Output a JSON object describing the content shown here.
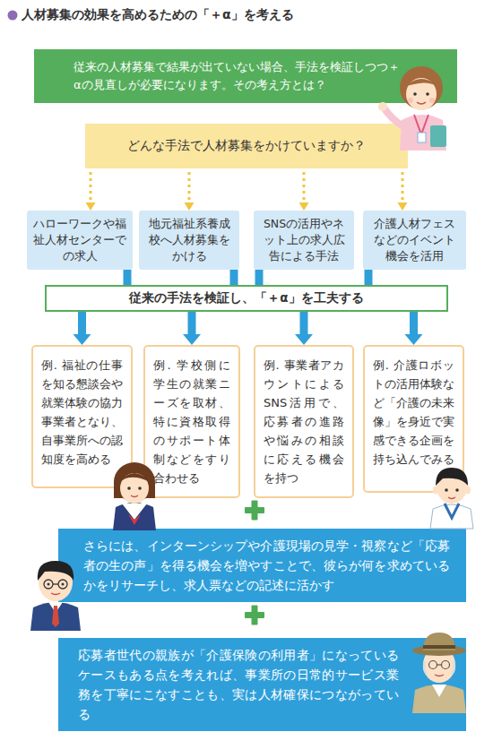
{
  "diagram": {
    "title": "人材募集の効果を高めるための「＋α」を考える",
    "nodes": [
      {
        "text": [
          "従来の人材募集で結果が出ていない場合、手法を検証しつつ＋αの見直しが必要になります。その考え方とは？"
        ]
      },
      {
        "text": [
          "どんな手法で人材募集をかけていますか？"
        ]
      },
      {
        "text": [
          "ハローワークや福祉人材センターでの求人"
        ]
      },
      {
        "text": [
          "地元福祉系養成校へ人材募集をかける"
        ]
      },
      {
        "text": [
          "SNSの活用やネット上の求人広告による手法"
        ]
      },
      {
        "text": [
          "介護人材フェスなどのイベント機会を活用"
        ]
      },
      {
        "text": [
          "従来の手法を検証し、「＋α」を工夫する"
        ]
      },
      {
        "text": [
          "例. 福祉の仕事を知る懇談会や就業体験の協力事業者となり、自事業所への認知度を高める"
        ]
      },
      {
        "text": [
          "例. 学校側に学生の就業ニーズを取材、特に資格取得のサポート体制などをすり合わせる"
        ]
      },
      {
        "text": [
          "例. 事業者アカウントによるSNS活用で、応募者の進路や悩みの相談に応える機会を持つ"
        ]
      },
      {
        "text": [
          "例. 介護ロボットの活用体験など「介護の未来像」を身近で実感できる企画を持ち込んでみる"
        ]
      },
      {
        "text": [
          "さらには、インターンシップや介護現場の見学・視察など「応募者の生の声」を得る機会を増やすことで、彼らが何を求めているかをリサーチし、求人票などの記述に活かす"
        ]
      },
      {
        "text": [
          "応募者世代の親族が「介護保険の利用者」になっているケースもある点を考えれば、事業所の日常的サービス業務を丁寧にこなすことも、実は人材確保につながっている"
        ]
      }
    ],
    "edges": [
      {
        "from": 1,
        "to": 2,
        "arrow": "to"
      },
      {
        "from": 1,
        "to": 3,
        "arrow": "to"
      },
      {
        "from": 1,
        "to": 4,
        "arrow": "to"
      },
      {
        "from": 1,
        "to": 5,
        "arrow": "to"
      },
      {
        "from": 2,
        "to": 6,
        "arrow": "none"
      },
      {
        "from": 3,
        "to": 6,
        "arrow": "none"
      },
      {
        "from": 4,
        "to": 6,
        "arrow": "none"
      },
      {
        "from": 5,
        "to": 6,
        "arrow": "none"
      },
      {
        "from": 6,
        "to": 7,
        "arrow": "to"
      },
      {
        "from": 6,
        "to": 8,
        "arrow": "to"
      },
      {
        "from": 6,
        "to": 9,
        "arrow": "to"
      },
      {
        "from": 6,
        "to": 10,
        "arrow": "to"
      }
    ]
  }
}
